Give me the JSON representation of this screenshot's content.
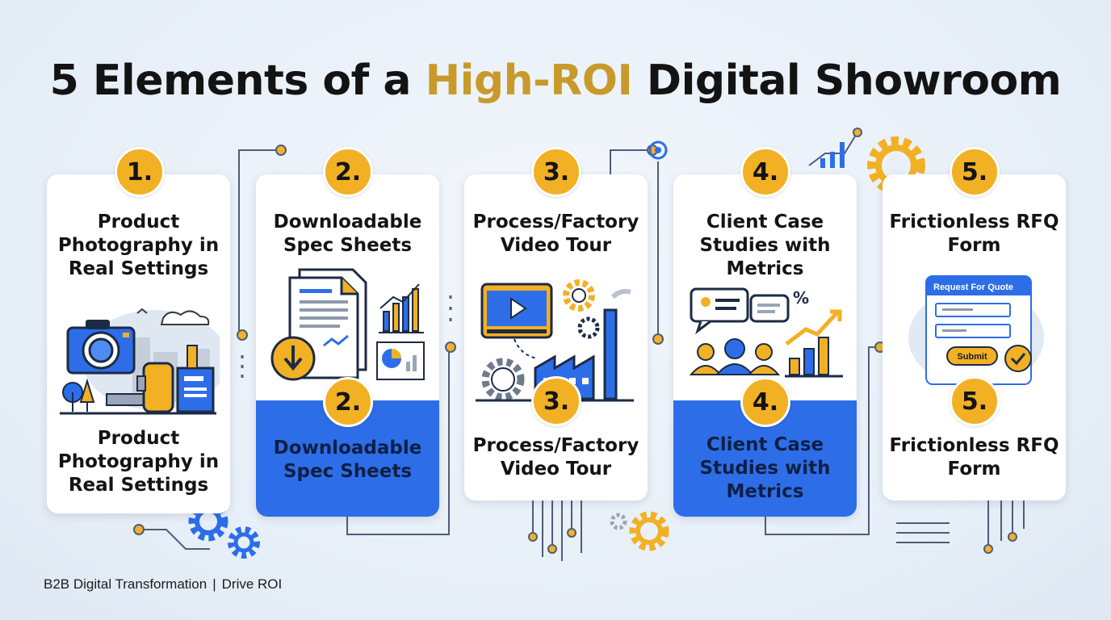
{
  "title": {
    "prefix": "5 Elements of a ",
    "accent": "High-ROI",
    "suffix": " Digital Showroom"
  },
  "colors": {
    "accent_gold": "#c89a2a",
    "badge": "#f2b024",
    "blue": "#2d6ee8",
    "ink": "#141414"
  },
  "elements": [
    {
      "number": "1.",
      "title": "Product Photography in Real Settings",
      "lower_number": "",
      "lower_title": "Product Photography in Real Settings",
      "icon": "camera-factory-illustration"
    },
    {
      "number": "2.",
      "title": "Downloadable Spec Sheets",
      "lower_number": "2.",
      "lower_title": "Downloadable Spec Sheets",
      "icon": "spec-sheet-download-illustration"
    },
    {
      "number": "3.",
      "title": "Process/Factory Video Tour",
      "lower_number": "3.",
      "lower_title": "Process/Factory Video Tour",
      "icon": "video-factory-illustration"
    },
    {
      "number": "4.",
      "title": "Client Case Studies with Metrics",
      "lower_number": "4.",
      "lower_title": "Client Case Studies with Metrics",
      "icon": "case-study-metrics-illustration"
    },
    {
      "number": "5.",
      "title": "Frictionless RFQ Form",
      "lower_number": "5.",
      "lower_title": "Frictionless RFQ Form",
      "icon": "rfq-form-illustration"
    }
  ],
  "rfq_form": {
    "header": "Request For Quote",
    "submit": "Submit"
  },
  "footer": {
    "left": "B2B Digital Transformation",
    "separator": "|",
    "right": "Drive ROI"
  }
}
